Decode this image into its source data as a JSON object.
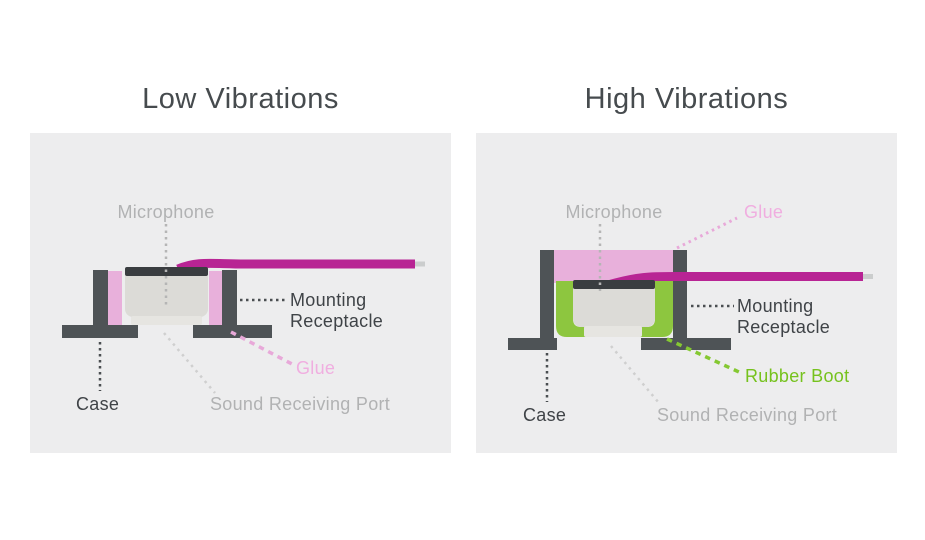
{
  "colors": {
    "background": "#ffffff",
    "panel": "#ededee",
    "title": "#464b4e",
    "structure_dark": "#4e5356",
    "mic_cap": "#3a3d40",
    "mic_body": "#dcdbd7",
    "mic_step": "#e6e5e1",
    "glue_pink": "#e8b0db",
    "glue_line": "#e8a9d9",
    "glue_label": "#f0aee0",
    "cable_magenta": "#b82494",
    "cable_tip": "#cbcdcd",
    "boot_green": "#8dc63f",
    "boot_line_green": "#85c832",
    "boot_label_green": "#76c21e",
    "label_gray": "#b1b2b3",
    "label_dark": "#3f4347",
    "leader_gray": "#b5b5b5",
    "leader_dark": "#4a4e51",
    "leader_light": "#cfcfcf"
  },
  "panels": {
    "low": {
      "title": "Low Vibrations",
      "microphone_label": "Microphone",
      "mounting_line1": "Mounting",
      "mounting_line2": "Receptacle",
      "glue_label": "Glue",
      "case_label": "Case",
      "sound_port_label": "Sound Receiving Port"
    },
    "high": {
      "title": "High Vibrations",
      "microphone_label": "Microphone",
      "glue_label": "Glue",
      "mounting_line1": "Mounting",
      "mounting_line2": "Receptacle",
      "rubber_boot_label": "Rubber Boot",
      "case_label": "Case",
      "sound_port_label": "Sound Receiving Port"
    }
  }
}
